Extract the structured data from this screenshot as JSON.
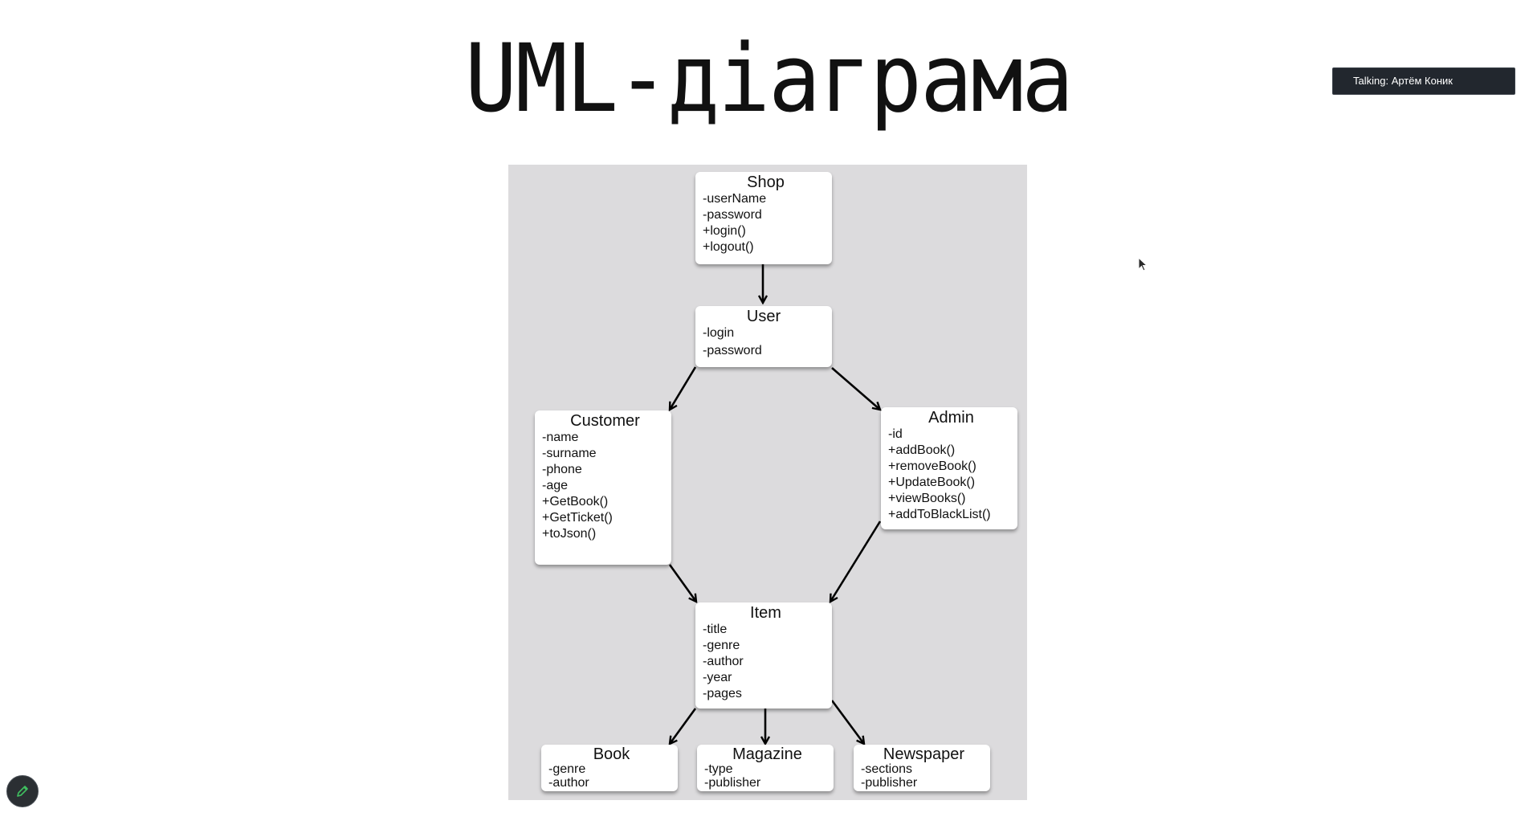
{
  "slide": {
    "title": "UML-діаграма"
  },
  "talking_indicator": {
    "label": "Talking: Артём Коник"
  },
  "diagram": {
    "classes": {
      "shop": {
        "name": "Shop",
        "members": [
          "-userName",
          "-password",
          "+login()",
          "+logout()"
        ]
      },
      "user": {
        "name": "User",
        "members": [
          "-login",
          "-password"
        ]
      },
      "customer": {
        "name": "Customer",
        "members": [
          "-name",
          "-surname",
          "-phone",
          "-age",
          "+GetBook()",
          "+GetTicket()",
          "+toJson()"
        ]
      },
      "admin": {
        "name": "Admin",
        "members": [
          "-id",
          "+addBook()",
          "+removeBook()",
          "+UpdateBook()",
          "+viewBooks()",
          "+addToBlackList()"
        ]
      },
      "item": {
        "name": "Item",
        "members": [
          "-title",
          "-genre",
          "-author",
          "-year",
          "-pages"
        ]
      },
      "book": {
        "name": "Book",
        "members": [
          "-genre",
          "-author"
        ]
      },
      "magazine": {
        "name": "Magazine",
        "members": [
          "-type",
          "-publisher"
        ]
      },
      "newspaper": {
        "name": "Newspaper",
        "members": [
          "-sections",
          "-publisher"
        ]
      }
    },
    "relations": [
      {
        "from": "Shop",
        "to": "User"
      },
      {
        "from": "User",
        "to": "Customer"
      },
      {
        "from": "User",
        "to": "Admin"
      },
      {
        "from": "Customer",
        "to": "Item"
      },
      {
        "from": "Admin",
        "to": "Item"
      },
      {
        "from": "Item",
        "to": "Book"
      },
      {
        "from": "Item",
        "to": "Magazine"
      },
      {
        "from": "Item",
        "to": "Newspaper"
      }
    ]
  },
  "icons": {
    "cursor": "mouse-pointer-icon",
    "pencil": "pencil-icon"
  },
  "colors": {
    "diagram_background": "#dcdbdd",
    "badge_background": "#22272e",
    "pencil_accent": "#3fbf5f"
  }
}
